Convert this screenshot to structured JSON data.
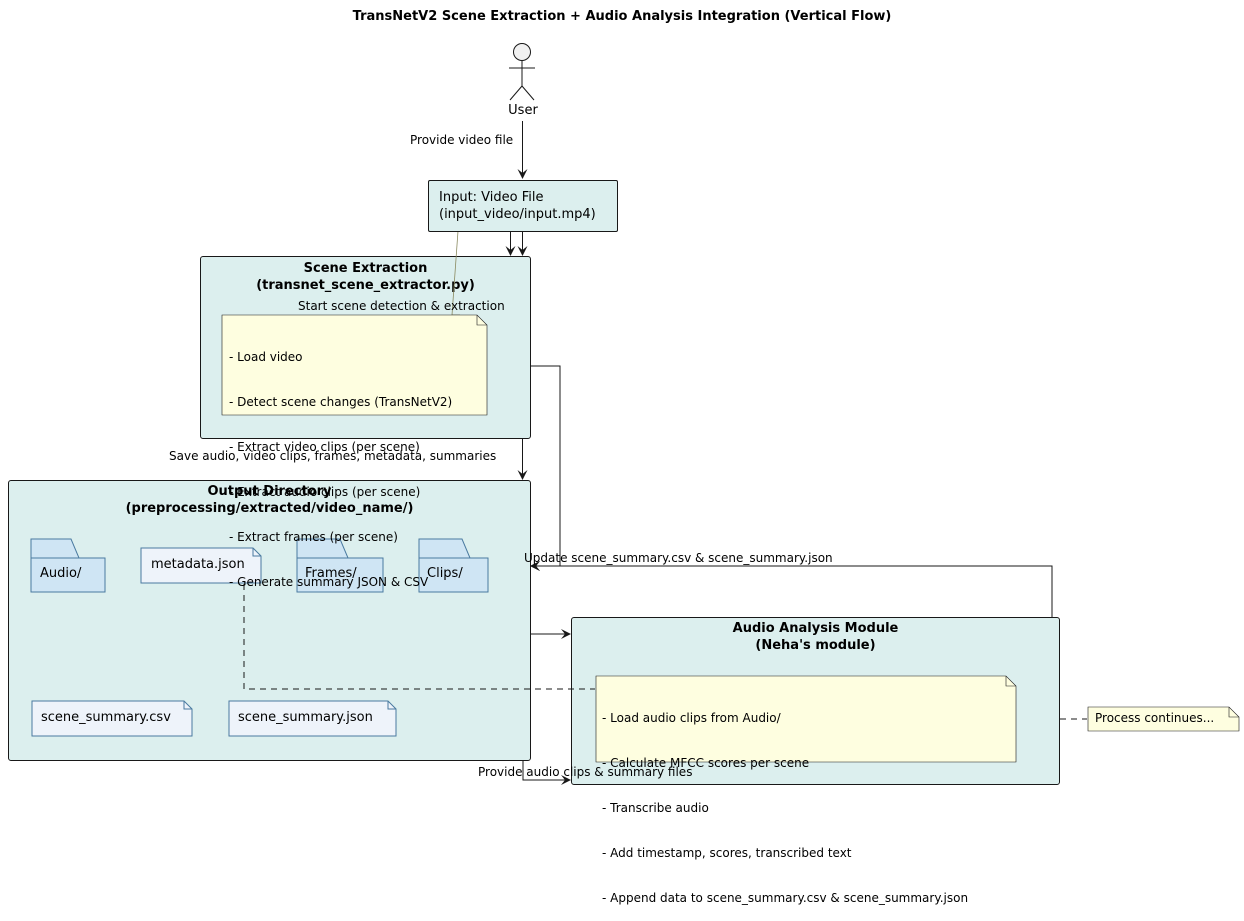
{
  "title": "TransNetV2 Scene Extraction + Audio Analysis Integration (Vertical Flow)",
  "actor": {
    "name": "User"
  },
  "input": {
    "lines": [
      "Input: Video File",
      "(input_video/input.mp4)"
    ]
  },
  "scene_extraction": {
    "title_lines": [
      "Scene Extraction",
      "(transnet_scene_extractor.py)"
    ],
    "note_lines": [
      "- Load video",
      "- Detect scene changes (TransNetV2)",
      "- Extract video clips (per scene)",
      "- Extract audio clips (per scene)",
      "- Extract frames (per scene)",
      "- Generate summary JSON & CSV"
    ]
  },
  "output_dir": {
    "title_lines": [
      "Output Directory",
      "(preprocessing/extracted/video_name/)"
    ],
    "folders": [
      "Audio/",
      "Frames/",
      "Clips/"
    ],
    "files": [
      "metadata.json",
      "scene_summary.csv",
      "scene_summary.json"
    ]
  },
  "audio_module": {
    "title_lines": [
      "Audio Analysis Module",
      "(Neha's module)"
    ],
    "note_lines": [
      "- Load audio clips from Audio/",
      "- Calculate MFCC scores per scene",
      "- Transcribe audio",
      "- Add timestamp, scores, transcribed text",
      "- Append data to scene_summary.csv & scene_summary.json"
    ]
  },
  "side_note": "Process continues...",
  "edge_labels": {
    "provide_video": "Provide video file",
    "start_detection": "Start scene detection & extraction",
    "save_outputs": "Save audio, video clips, frames, metadata, summaries",
    "update_summary": "Update scene_summary.csv & scene_summary.json",
    "provide_audio": "Provide audio clips & summary files"
  },
  "colors": {
    "box_fill": "#dcefee",
    "note_fill": "#fefee0",
    "folder_fill": "#cfe5f4",
    "file_fill": "#eef3fa",
    "stroke": "#181818"
  }
}
